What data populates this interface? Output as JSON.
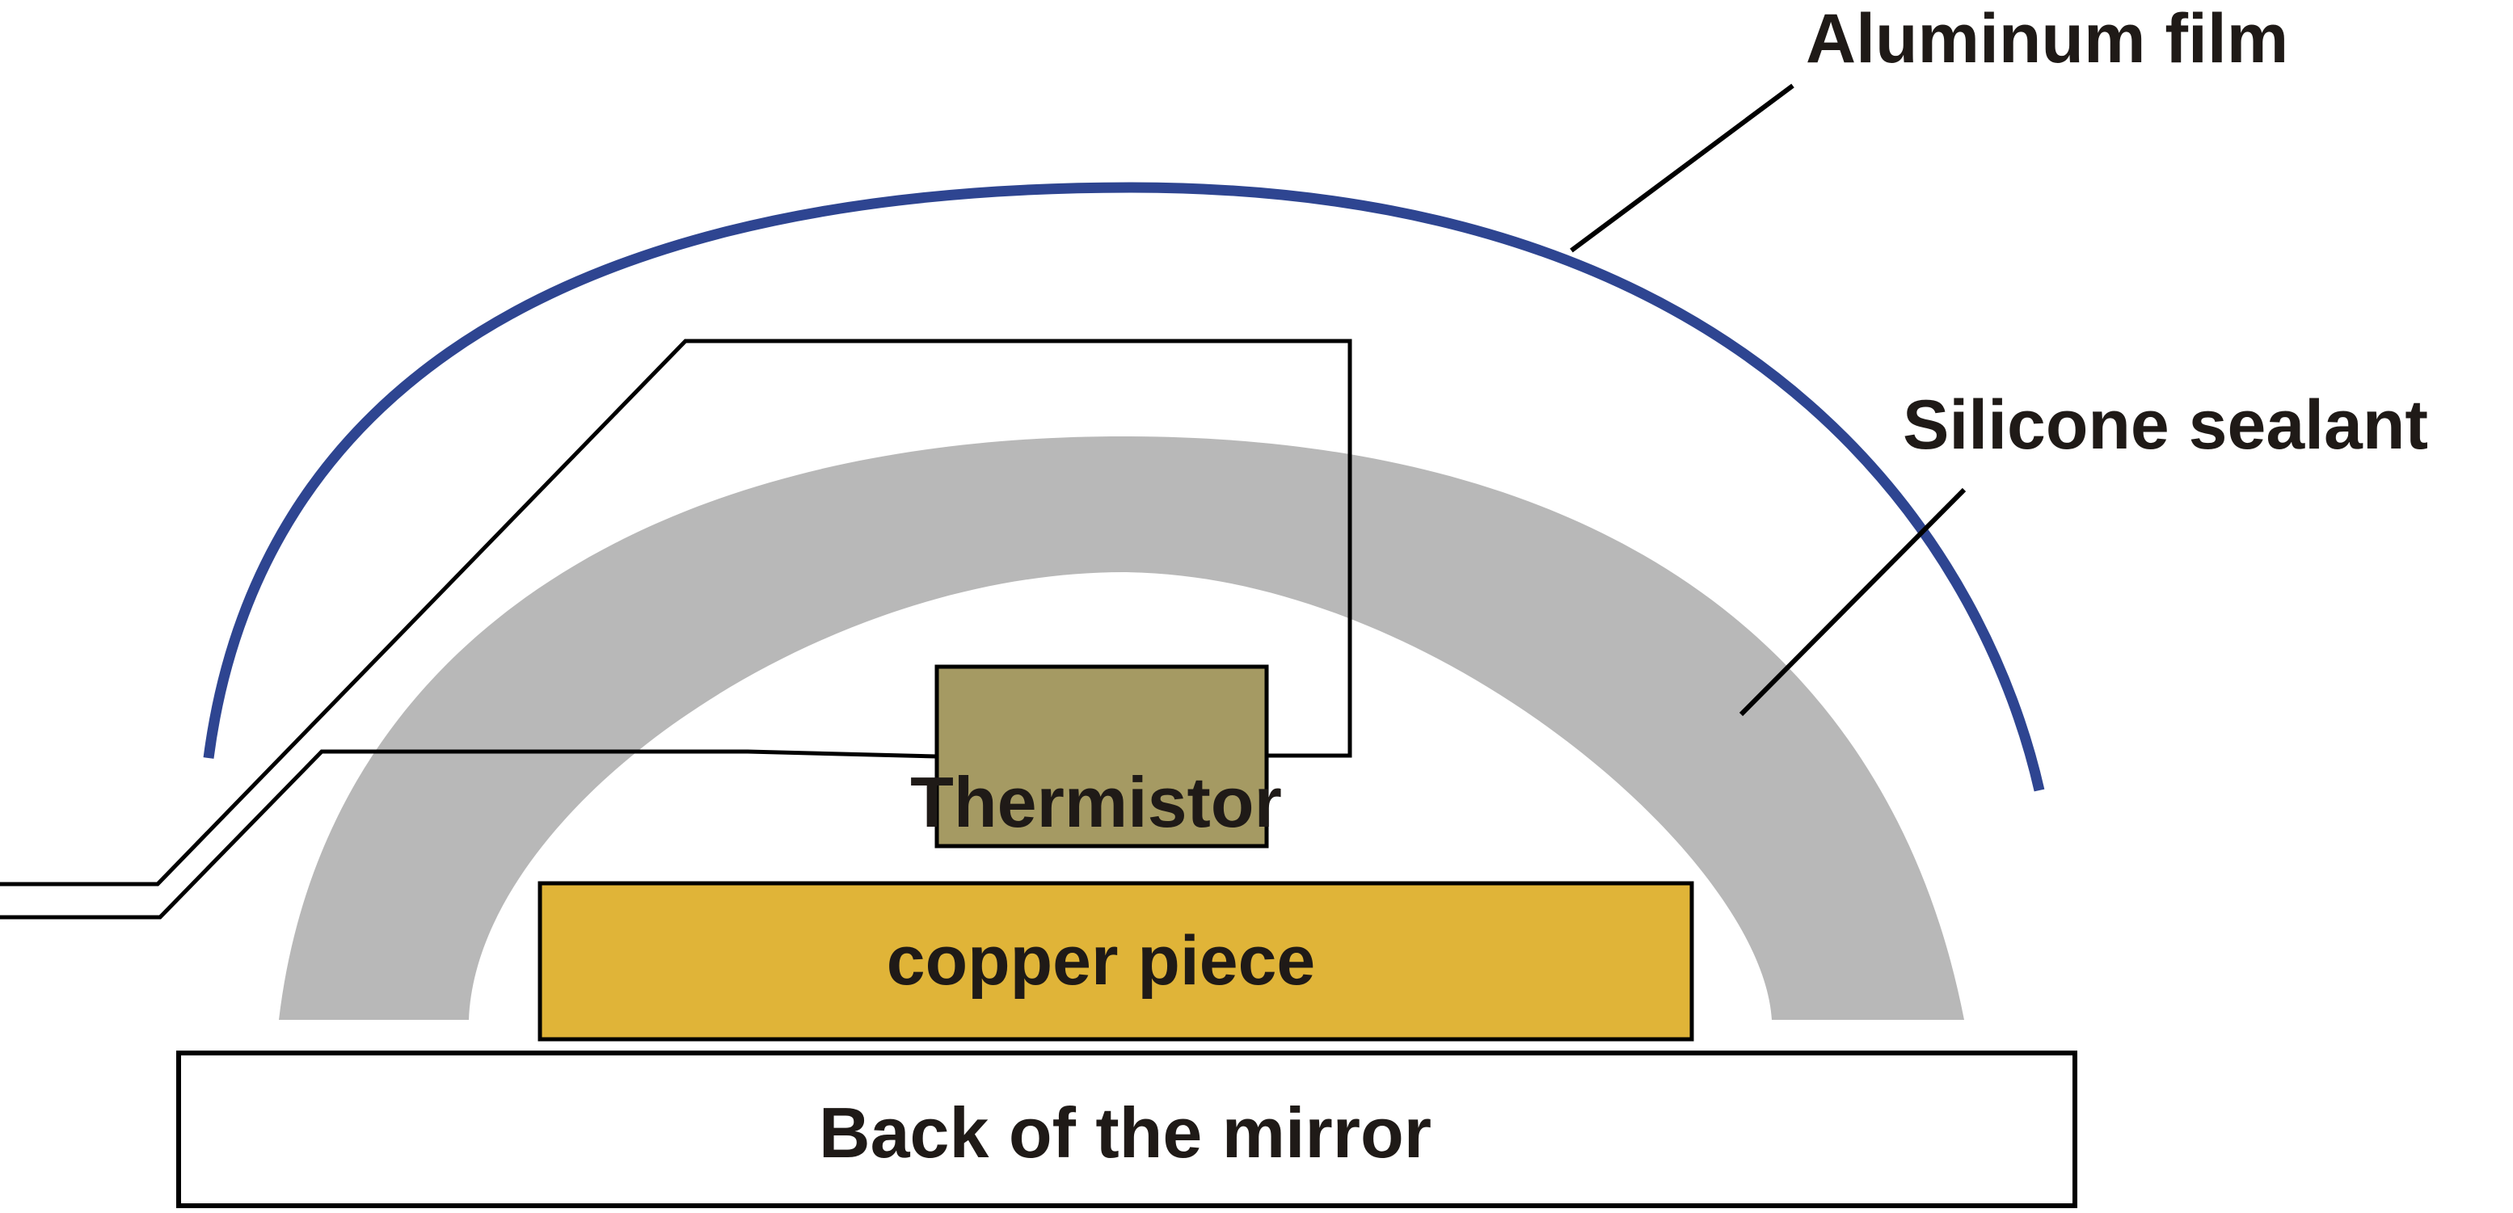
{
  "labels": {
    "aluminum_film": "Aluminum film",
    "silicone_sealant": "Silicone sealant",
    "thermistor": "Thermistor",
    "copper_piece": "copper piece",
    "mirror_back": "Back of the mirror"
  },
  "colors": {
    "aluminum_film": "#2e4591",
    "silicone_sealant": "#b8b8b8",
    "thermistor": "#a59a63",
    "copper_piece": "#e0b438",
    "outline": "#000000",
    "text": "#1f1a17"
  }
}
